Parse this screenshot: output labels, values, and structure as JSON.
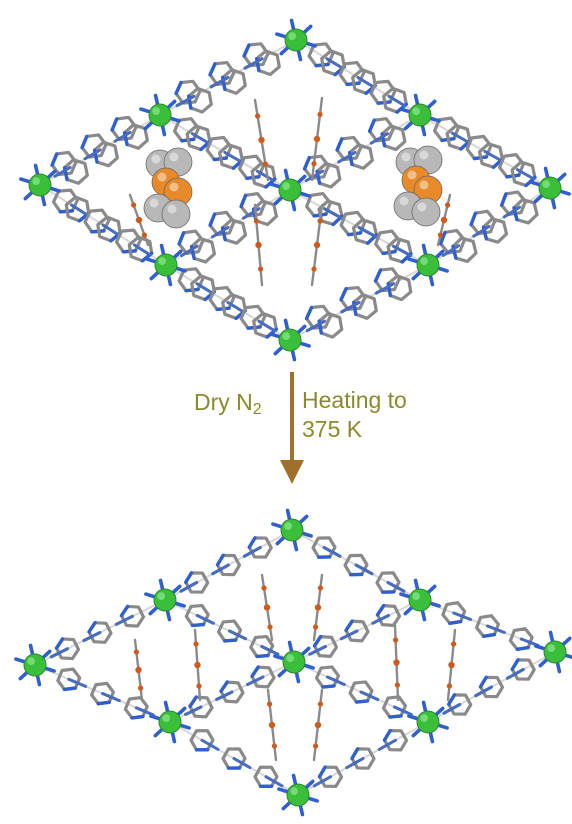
{
  "arrow": {
    "left_label_main": "Dry N",
    "left_label_sub": "2",
    "right_label_line1": "Heating to",
    "right_label_line2": "375 K",
    "color": "#a0702a"
  },
  "colors": {
    "metal": "#3bbf3b",
    "nitrogen": "#2f5fd0",
    "carbon": "#8a8a8a",
    "oxygen": "#d05a1c",
    "guest_orange": "#e8892a",
    "guest_gray": "#b8b8b8",
    "label": "#8a8a2e"
  },
  "panels": {
    "top": "solvated framework with guest molecules",
    "bottom": "desolvated framework"
  }
}
